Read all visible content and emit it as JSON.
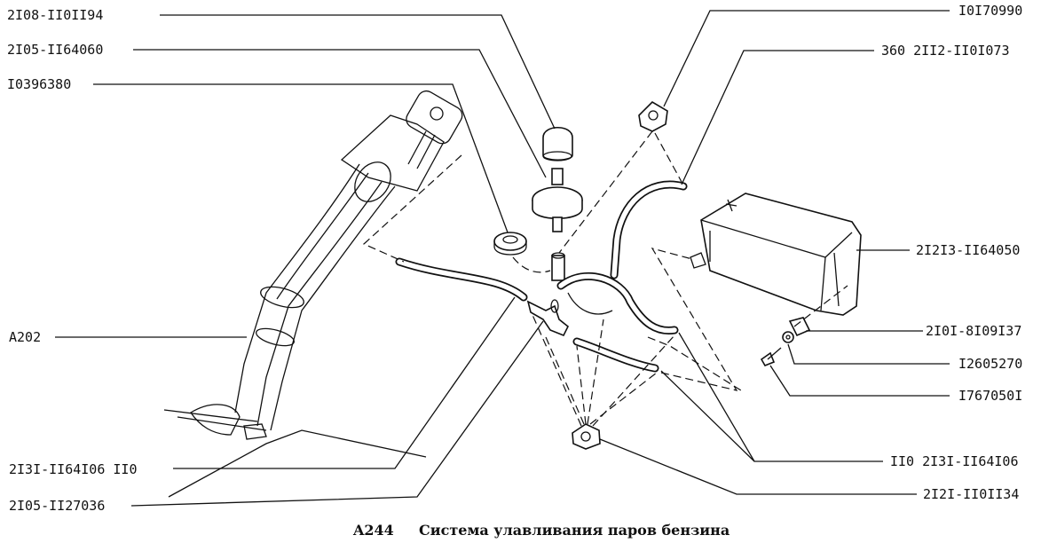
{
  "labels": {
    "p1": "2I08-II0II94",
    "p2": "2I05-II64060",
    "p3": "I0396380",
    "p4": "I0I70990",
    "p5": "360  2II2-II0I073",
    "p6": "2I2I3-II64050",
    "p7": "2I0I-8I09I37",
    "p8": "I2605270",
    "p9": "I767050I",
    "p10": "A202",
    "p11": "2I3I-II64I06 II0",
    "p12": "2I05-II27036",
    "p13": "II0 2I3I-II64I06",
    "p14": "2I2I-II0II34"
  },
  "caption": {
    "code": "A244",
    "title": "Система улавливания паров бензина"
  }
}
